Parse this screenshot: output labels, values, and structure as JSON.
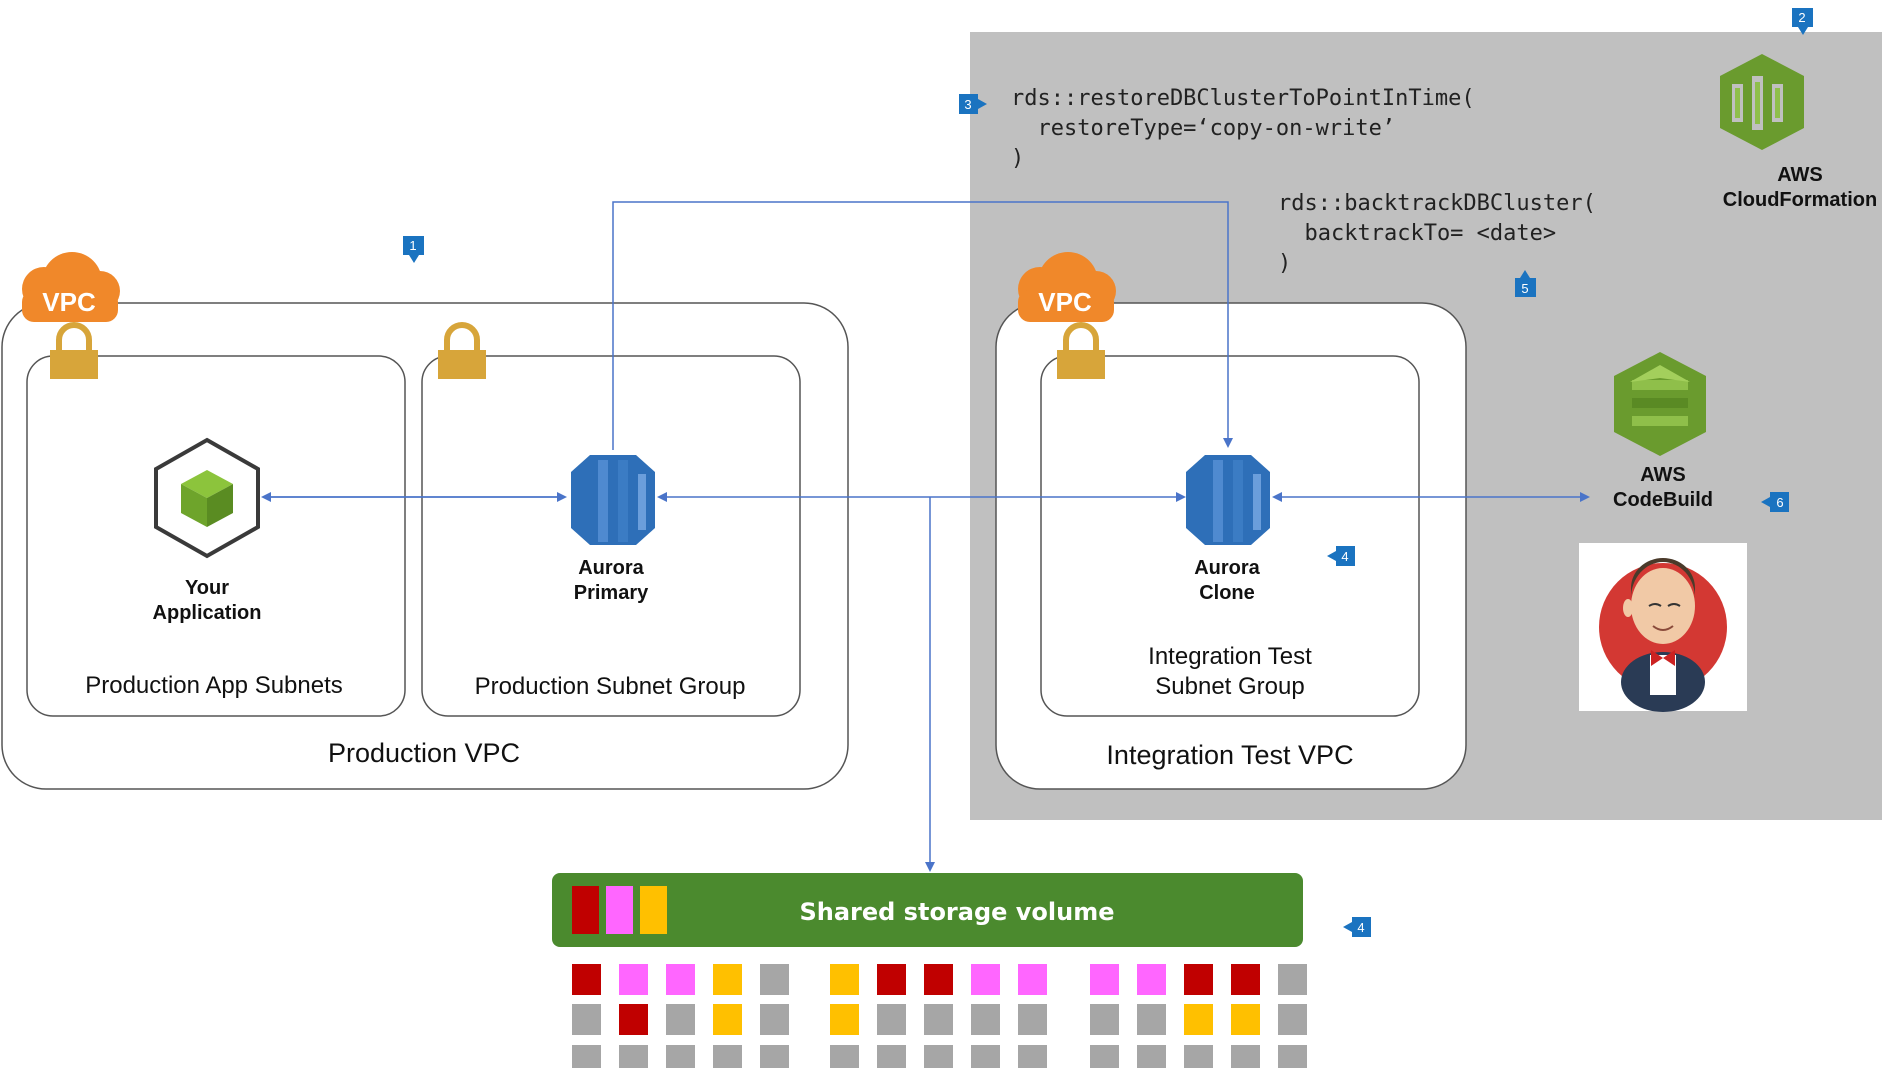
{
  "colors": {
    "gray_panel": "#c0c0c0",
    "badge_blue": "#1a73c0",
    "arrow_blue": "#4a74c9",
    "vpc_orange": "#f0882a",
    "lock_gold": "#d7a53a",
    "aurora_blue": "#2e6fb8",
    "storage_green": "#4b8a2e",
    "block_red": "#c00000",
    "block_pink": "#ff66ff",
    "block_yellow": "#ffc000",
    "block_gray": "#a6a6a6"
  },
  "badges": {
    "b1": "1",
    "b2": "2",
    "b3": "3",
    "b4a": "4",
    "b4b": "4",
    "b5": "5",
    "b6": "6"
  },
  "code": {
    "restore_line1": "rds::restoreDBClusterToPointInTime(",
    "restore_line2": "  restoreType=‘copy-on-write’",
    "restore_line3": ")",
    "backtrack_line1": "rds::backtrackDBCluster(",
    "backtrack_line2": "  backtrackTo= <date>",
    "backtrack_line3": ")"
  },
  "vpc_tag": "VPC",
  "production_vpc": {
    "title": "Production VPC",
    "app_subnets_label": "Production App Subnets",
    "subnet_group_label": "Production Subnet Group",
    "app_label_line1": "Your",
    "app_label_line2": "Application",
    "aurora_label_line1": "Aurora",
    "aurora_label_line2": "Primary"
  },
  "integration_vpc": {
    "title": "Integration Test VPC",
    "subnet_group_line1": "Integration Test",
    "subnet_group_line2": "Subnet Group",
    "aurora_label_line1": "Aurora",
    "aurora_label_line2": "Clone"
  },
  "services": {
    "cloudformation_line1": "AWS",
    "cloudformation_line2": "CloudFormation",
    "codebuild_line1": "AWS",
    "codebuild_line2": "CodeBuild",
    "jenkins_icon": "jenkins-butler-icon"
  },
  "storage": {
    "label": "Shared storage volume",
    "legend_blocks": [
      "red",
      "pink",
      "yellow"
    ],
    "grid": [
      [
        "red",
        "pink",
        "pink",
        "yellow",
        "gray",
        "yellow",
        "red",
        "red",
        "pink",
        "pink",
        "pink",
        "pink",
        "red",
        "red",
        "gray"
      ],
      [
        "gray",
        "red",
        "gray",
        "yellow",
        "gray",
        "yellow",
        "gray",
        "gray",
        "gray",
        "gray",
        "gray",
        "gray",
        "yellow",
        "yellow",
        "gray"
      ],
      [
        "gray",
        "gray",
        "gray",
        "gray",
        "gray",
        "gray",
        "gray",
        "gray",
        "gray",
        "gray",
        "gray",
        "gray",
        "gray",
        "gray",
        "gray"
      ]
    ]
  }
}
